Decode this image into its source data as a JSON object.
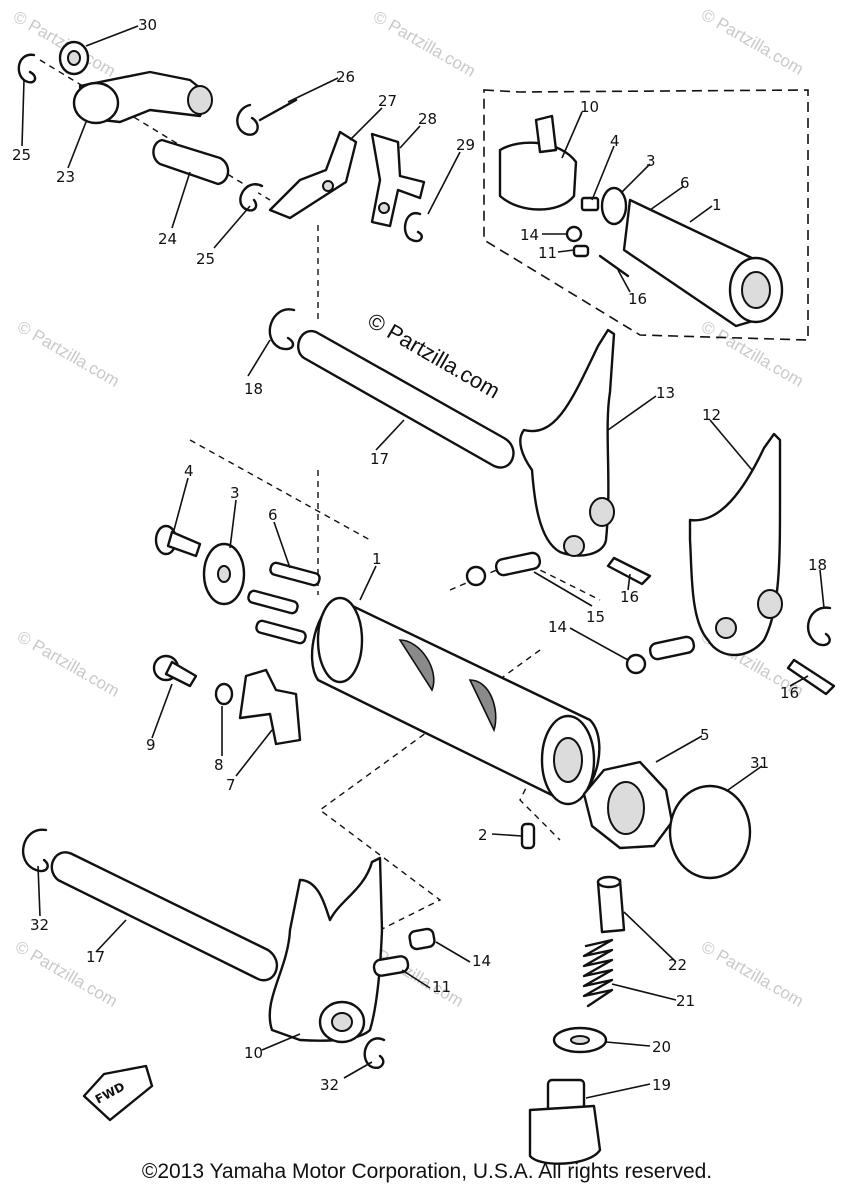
{
  "watermark": {
    "main": "© Partzilla.com",
    "faint": "© Partzilla.com"
  },
  "fwd_marker": "FWD",
  "copyright": "©2013 Yamaha Motor Corporation, U.S.A. All rights reserved.",
  "callouts": {
    "c30": "30",
    "c26": "26",
    "c27": "27",
    "c28": "28",
    "c29": "29",
    "c25a": "25",
    "c23": "23",
    "c24": "24",
    "c25b": "25",
    "c10a": "10",
    "c4a": "4",
    "c3a": "3",
    "c6a": "6",
    "c1a": "1",
    "c14a": "14",
    "c11a": "11",
    "c16a": "16",
    "c18a": "18",
    "c17a": "17",
    "c13": "13",
    "c12": "12",
    "c4b": "4",
    "c3b": "3",
    "c6b": "6",
    "c1b": "1",
    "c16b": "16",
    "c15": "15",
    "c14b": "14",
    "c18b": "18",
    "c16c": "16",
    "c9": "9",
    "c8": "8",
    "c7": "7",
    "c5": "5",
    "c31": "31",
    "c2": "2",
    "c32a": "32",
    "c17b": "17",
    "c14c": "14",
    "c11b": "11",
    "c10b": "10",
    "c32b": "32",
    "c22": "22",
    "c21": "21",
    "c20": "20",
    "c19": "19"
  }
}
